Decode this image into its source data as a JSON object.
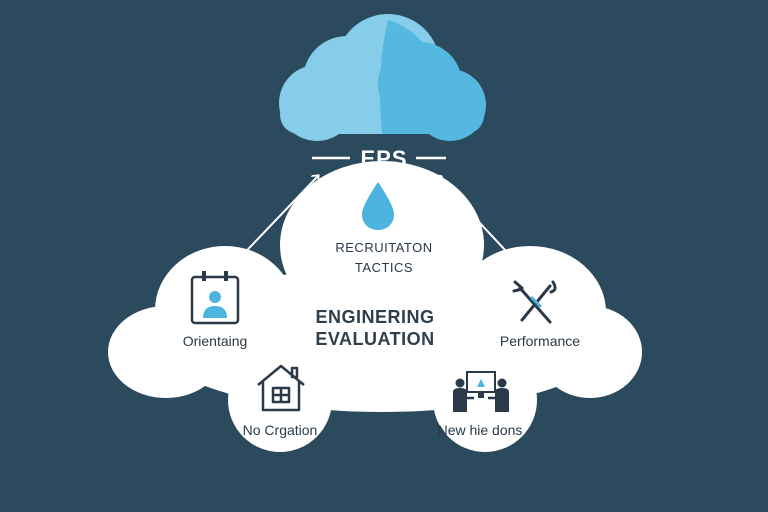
{
  "diagram": {
    "top_label": "EPS",
    "center_title": [
      "ENGINERING",
      "EVALUATION"
    ],
    "nodes": {
      "top": {
        "lines": [
          "RECRUITATON",
          "TACTICS"
        ],
        "icon": "water-drop-icon"
      },
      "left": {
        "label": "Orientaing",
        "icon": "id-badge-icon"
      },
      "right": {
        "label": "Performance",
        "icon": "tools-icon"
      },
      "bottom_left": {
        "label": "No Crgation",
        "icon": "house-icon"
      },
      "bottom_right": {
        "label": "New hie dons",
        "icon": "people-computer-icon"
      }
    },
    "colors": {
      "background": "#2c4a5e",
      "cloud_light": "#86cdea",
      "cloud_dark": "#55b8e0",
      "card": "#ffffff",
      "accent": "#4db3df",
      "text": "#2a3a48"
    }
  }
}
